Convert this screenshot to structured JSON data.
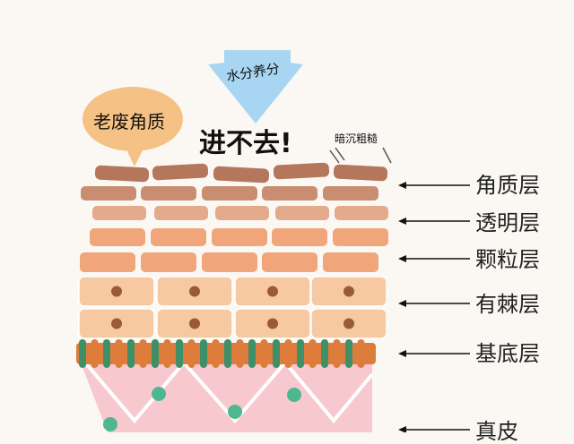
{
  "annotations": {
    "arrow_text": "水分养分",
    "bubble_text": "老废角质",
    "blocked_text": "进不去!",
    "dull_text": "暗沉粗糙"
  },
  "layers": [
    {
      "label": "角质层"
    },
    {
      "label": "透明层"
    },
    {
      "label": "颗粒层"
    },
    {
      "label": "有棘层"
    },
    {
      "label": "基底层"
    },
    {
      "label": "真皮"
    }
  ],
  "colors": {
    "dead_cell": "#b5775c",
    "corneum": "#c98e72",
    "lucidum": "#e3aa8b",
    "granulosum": "#f0a67a",
    "spinosum_cell": "#f6c9a3",
    "nucleus": "#9a5a39",
    "basal_orange": "#dd7c3b",
    "basal_green": "#3f8f68",
    "dermis": "#f8c8cf",
    "dermis_dot": "#4db890",
    "bubble": "#f6c184",
    "down_arrow": "#a8d6f2"
  }
}
